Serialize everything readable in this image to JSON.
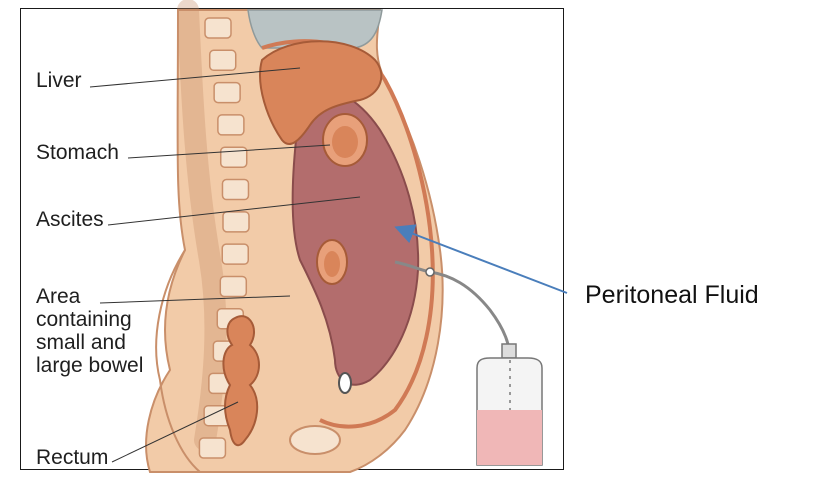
{
  "labels": {
    "liver": "Liver",
    "stomach": "Stomach",
    "ascites": "Ascites",
    "bowel_area": [
      "Area",
      "containing",
      "small and",
      "large bowel"
    ],
    "rectum": "Rectum",
    "callout": "Peritoneal Fluid"
  },
  "colors": {
    "skin": "#f2cba8",
    "skin_shadow": "#e8b48c",
    "abdomen_fill": "#b36d6d",
    "liver": "#d9855a",
    "spine": "#f6e3cf",
    "arrow": "#4a7ebb",
    "drain_fluid": "#f0b7b7"
  }
}
